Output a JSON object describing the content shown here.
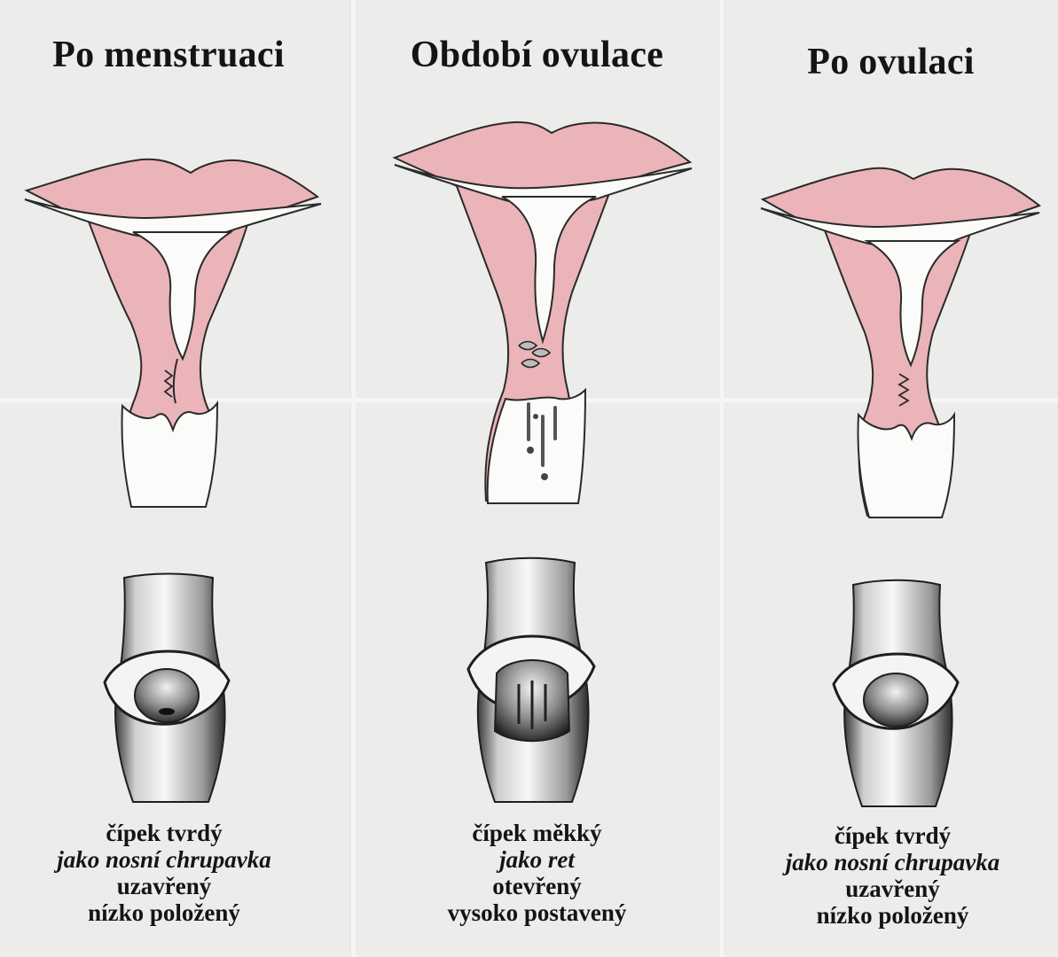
{
  "panels": [
    {
      "title": "Po menstruaci",
      "line1": "čípek tvrdý",
      "line2": "jako nosní chrupavka",
      "line3": "uzavřený",
      "line4": "nízko položený"
    },
    {
      "title": "Období ovulace",
      "line1": "čípek měkký",
      "line2": "jako ret",
      "line3": "otevřený",
      "line4": "vysoko postavený"
    },
    {
      "title": "Po ovulaci",
      "line1": "čípek tvrdý",
      "line2": "jako nosní chrupavka",
      "line3": "uzavřený",
      "line4": "nízko položený"
    }
  ],
  "colors": {
    "uterus_pink": "#eab4b9",
    "outline": "#2a2a2a",
    "cavity": "#fbfbf9"
  }
}
